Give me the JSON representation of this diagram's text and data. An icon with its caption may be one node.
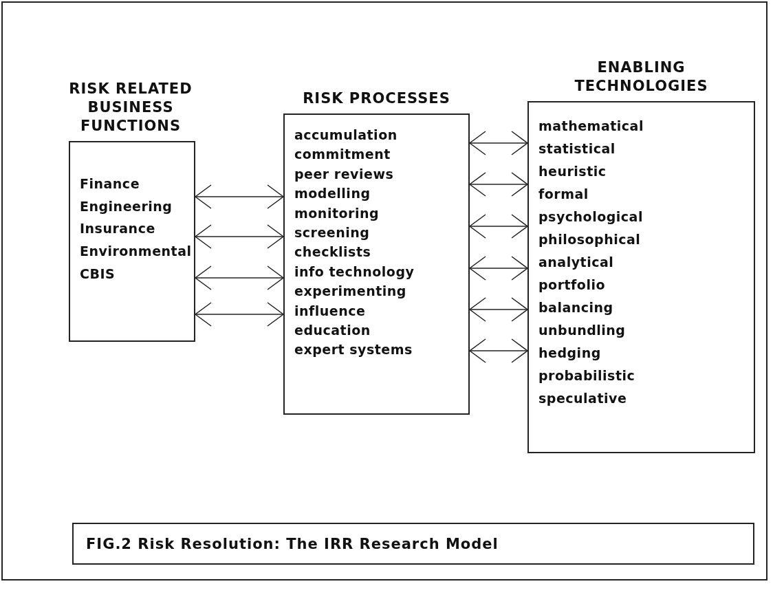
{
  "diagram": {
    "caption": "FIG.2 Risk Resolution: The IRR Research Model",
    "nodes": [
      {
        "text": [
          "RISK RELATED BUSINESS FUNCTIONS",
          "Finance",
          "Engineering",
          "Insurance",
          "Environmental",
          "CBIS"
        ]
      },
      {
        "text": [
          "RISK PROCESSES",
          "accumulation",
          "commitment",
          "peer reviews",
          "modelling",
          "monitoring",
          "screening",
          "checklists",
          "info technology",
          "experimenting",
          "influence",
          "education",
          "expert systems"
        ]
      },
      {
        "text": [
          "ENABLING TECHNOLOGIES",
          "mathematical",
          "statistical",
          "heuristic",
          "formal",
          "psychological",
          "philosophical",
          "analytical",
          "portfolio",
          "balancing",
          "unbundling",
          "hedging",
          "probabilistic",
          "speculative"
        ]
      }
    ],
    "edges": [
      {
        "from": 0,
        "to": 1,
        "arrow": "both"
      },
      {
        "from": 0,
        "to": 1,
        "arrow": "both"
      },
      {
        "from": 0,
        "to": 1,
        "arrow": "both"
      },
      {
        "from": 0,
        "to": 1,
        "arrow": "both"
      },
      {
        "from": 1,
        "to": 2,
        "arrow": "both"
      },
      {
        "from": 1,
        "to": 2,
        "arrow": "both"
      },
      {
        "from": 1,
        "to": 2,
        "arrow": "both"
      },
      {
        "from": 1,
        "to": 2,
        "arrow": "both"
      },
      {
        "from": 1,
        "to": 2,
        "arrow": "both"
      },
      {
        "from": 1,
        "to": 2,
        "arrow": "both"
      }
    ]
  }
}
